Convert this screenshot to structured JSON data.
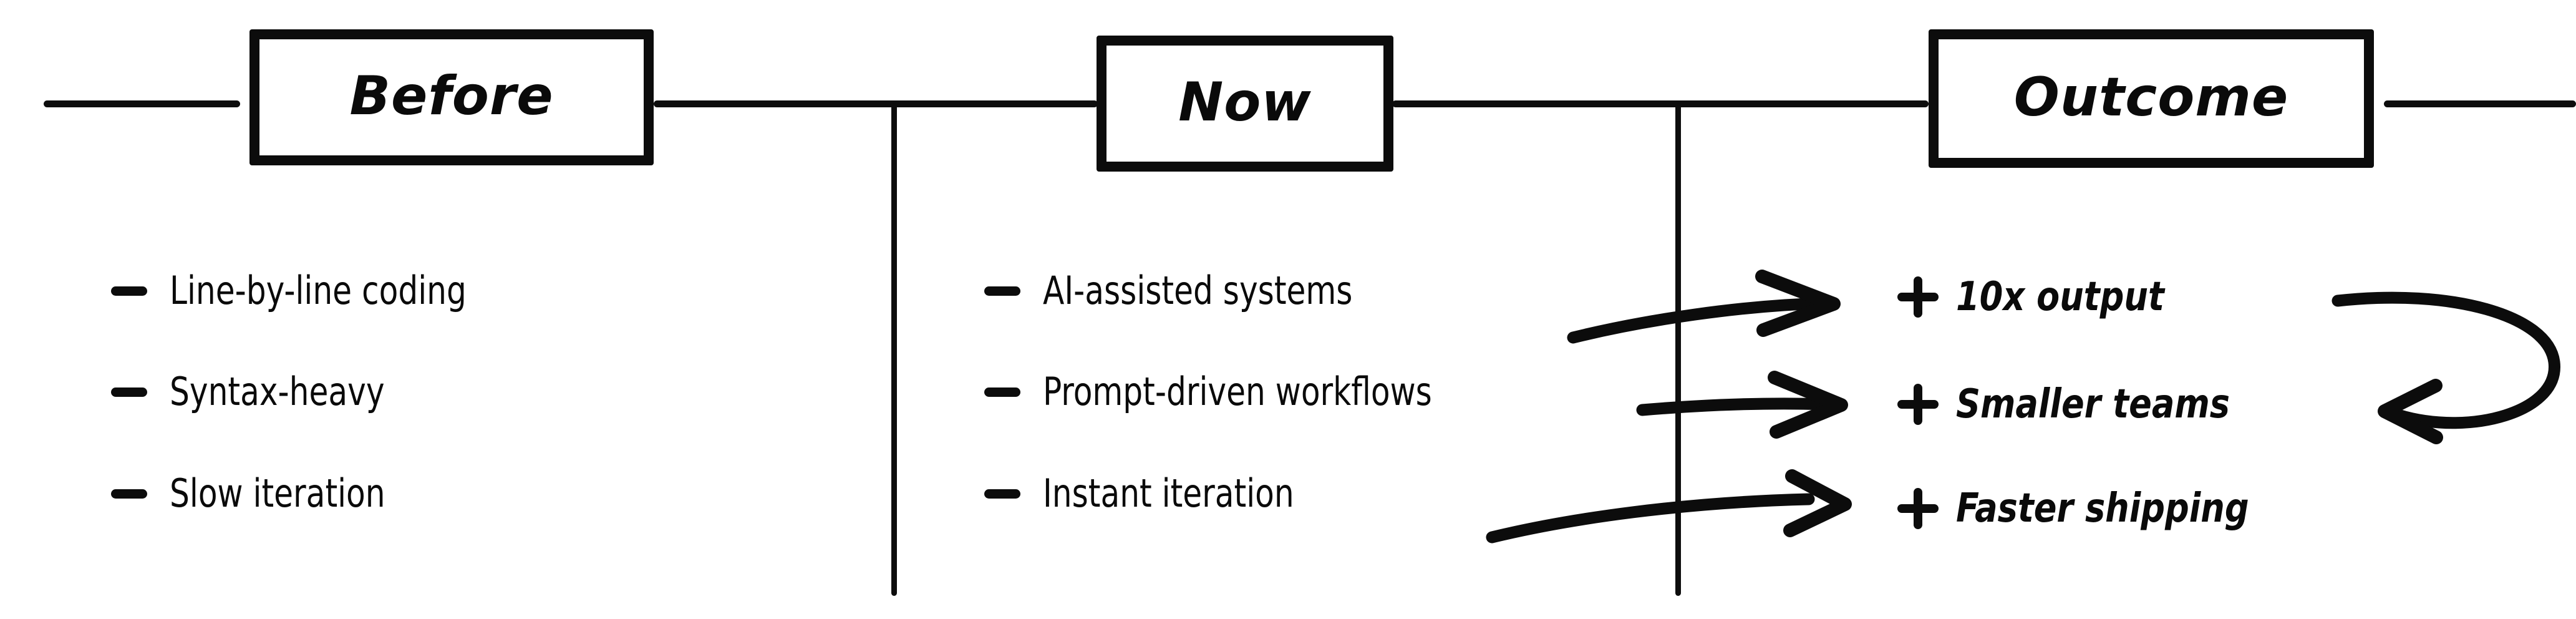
{
  "diagram": {
    "type": "three-column-comparison-timeline",
    "title_boxes": [
      {
        "id": "before",
        "label": "Before"
      },
      {
        "id": "now",
        "label": "Now"
      },
      {
        "id": "outcome",
        "label": "Outcome"
      }
    ],
    "columns": [
      {
        "id": "before",
        "header": "Before",
        "bullet_symbol": "–",
        "bullet_name": "minus-bullet",
        "items": [
          "Line-by-line coding",
          "Syntax-heavy",
          "Slow iteration"
        ]
      },
      {
        "id": "now",
        "header": "Now",
        "bullet_symbol": "–",
        "bullet_name": "minus-bullet",
        "items": [
          "AI-assisted systems",
          "Prompt-driven workflows",
          "Instant iteration"
        ]
      },
      {
        "id": "outcome",
        "header": "Outcome",
        "bullet_symbol": "+",
        "bullet_name": "plus-bullet",
        "items": [
          "10x output",
          "Smaller teams",
          "Faster shipping"
        ]
      }
    ],
    "connectors": {
      "timeline_label": "horizontal timeline",
      "divider_count": 2,
      "arrows": [
        {
          "from": "AI-assisted systems",
          "to": "10x output",
          "style": "curved-right-arrow"
        },
        {
          "from": "Prompt-driven workflows",
          "to": "Smaller teams",
          "style": "straight-right-arrow"
        },
        {
          "from": "Instant iteration",
          "to": "Faster shipping",
          "style": "curved-right-arrow"
        }
      ],
      "loop_arrow": {
        "from": "10x output",
        "to": "Smaller teams",
        "style": "u-turn-left-arrow"
      }
    },
    "colors": {
      "ink": "#0a0a0a",
      "background": "#ffffff"
    }
  }
}
